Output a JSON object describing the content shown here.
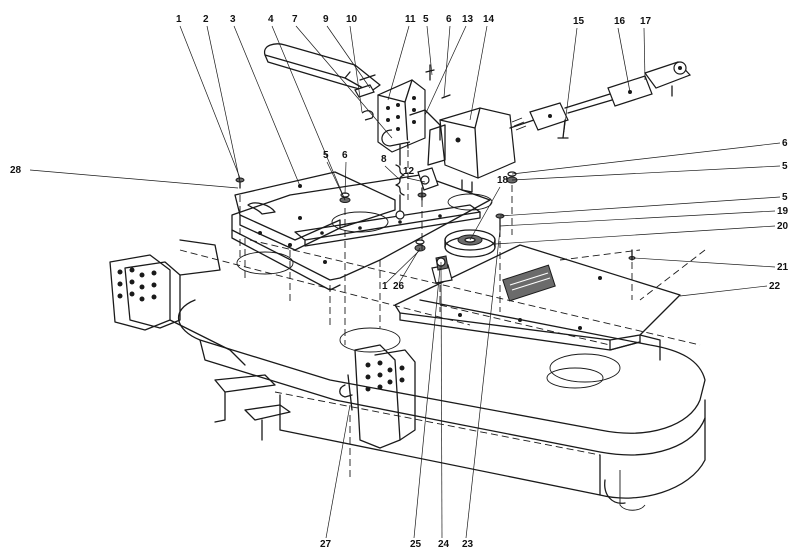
{
  "callouts": [
    {
      "id": "1",
      "text": "1"
    },
    {
      "id": "2",
      "text": "2"
    },
    {
      "id": "3",
      "text": "3"
    },
    {
      "id": "4",
      "text": "4"
    },
    {
      "id": "7",
      "text": "7"
    },
    {
      "id": "9",
      "text": "9"
    },
    {
      "id": "10",
      "text": "10"
    },
    {
      "id": "11",
      "text": "11"
    },
    {
      "id": "5a",
      "text": "5"
    },
    {
      "id": "6a",
      "text": "6"
    },
    {
      "id": "13",
      "text": "13"
    },
    {
      "id": "14",
      "text": "14"
    },
    {
      "id": "15",
      "text": "15"
    },
    {
      "id": "16",
      "text": "16"
    },
    {
      "id": "17",
      "text": "17"
    },
    {
      "id": "28",
      "text": "28"
    },
    {
      "id": "5b",
      "text": "5"
    },
    {
      "id": "6b",
      "text": "6"
    },
    {
      "id": "8",
      "text": "8"
    },
    {
      "id": "12",
      "text": "12"
    },
    {
      "id": "18",
      "text": "18"
    },
    {
      "id": "6c",
      "text": "6"
    },
    {
      "id": "5c",
      "text": "5"
    },
    {
      "id": "5d",
      "text": "5"
    },
    {
      "id": "19",
      "text": "19"
    },
    {
      "id": "20",
      "text": "20"
    },
    {
      "id": "21",
      "text": "21"
    },
    {
      "id": "22",
      "text": "22"
    },
    {
      "id": "1b",
      "text": "1"
    },
    {
      "id": "26",
      "text": "26"
    },
    {
      "id": "27",
      "text": "27"
    },
    {
      "id": "25",
      "text": "25"
    },
    {
      "id": "24",
      "text": "24"
    },
    {
      "id": "23",
      "text": "23"
    }
  ]
}
